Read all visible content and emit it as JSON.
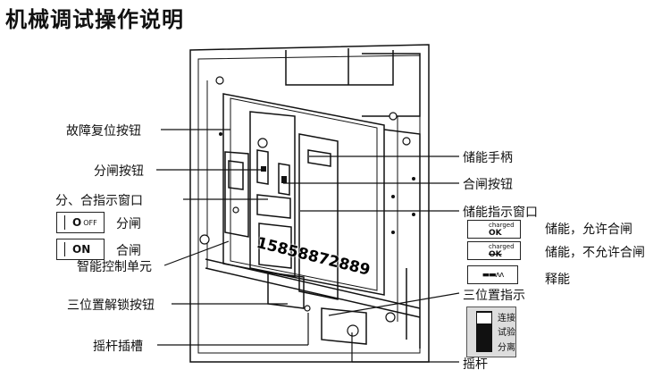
{
  "title": "机械调试操作说明",
  "labels": {
    "fault_reset": "故障复位按钮",
    "open_button": "分闸按钮",
    "indicator_window": "分、合指示窗口",
    "off_label": "分闸",
    "on_label": "合闸",
    "controller": "智能控制单元",
    "unlock_button": "三位置解锁按钮",
    "crank_slot": "摇杆插槽",
    "handle": "储能手柄",
    "close_button": "合闸按钮",
    "charge_window": "储能指示窗口",
    "charged_ok": "储能，允许合闸",
    "charged_not_ok": "储能，不允许合闸",
    "released": "释能",
    "position_indicator": "三位置指示",
    "crank": "摇杆"
  },
  "icons": {
    "off_text": "O",
    "off_small": "OFF",
    "on_text": "ON",
    "charged_ok_top": "charged",
    "charged_ok_bottom": "OK",
    "charged_nok_top": "charged",
    "charged_nok_bottom": "OK"
  },
  "positions": {
    "connect": "连接",
    "test": "试验",
    "isolate": "分离"
  },
  "watermark": "15858872889"
}
